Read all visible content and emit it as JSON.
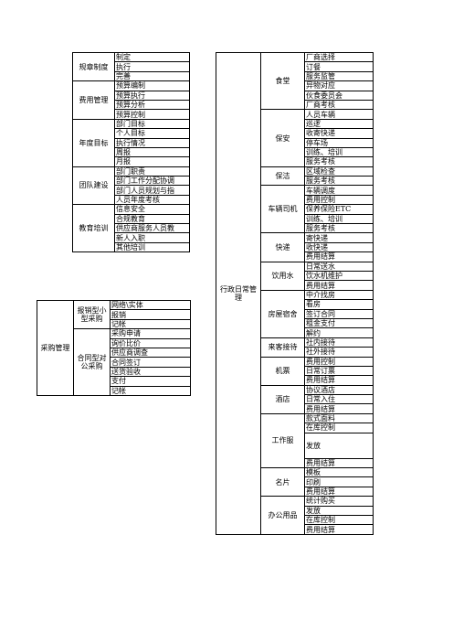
{
  "left_table": [
    {
      "name": "规章制度",
      "items": [
        "制定",
        "执行",
        "完善"
      ]
    },
    {
      "name": "费用管理",
      "items": [
        "预算编制",
        "预算执行",
        "预算分析",
        "预算控制"
      ]
    },
    {
      "name": "年度目标",
      "items": [
        "部门目标",
        "个人目标",
        "执行情况",
        "周报",
        "月报"
      ]
    },
    {
      "name": "团队建设",
      "items": [
        "部门职责",
        "部门工作分配协调",
        "部门人员规划与指",
        "人员年度考核"
      ]
    },
    {
      "name": "教育培训",
      "items": [
        "信息安全",
        "合规教育",
        "供应商服务人员教",
        "新人入职",
        "其他培训"
      ]
    }
  ],
  "purchase_table": {
    "name": "采购管理",
    "groups": [
      {
        "name": "报销型小型采购",
        "items": [
          "网络\\实体",
          "报销",
          "记帐"
        ]
      },
      {
        "name": "合同型对公采购",
        "items": [
          "采购申请",
          "询价比价",
          "供应商调查",
          "合同签订",
          "送货验收",
          "支付",
          "记帐"
        ]
      }
    ]
  },
  "admin_table": {
    "name": "行政日常管理",
    "groups": [
      {
        "name": "食堂",
        "items": [
          "厂商选择",
          "订餐",
          "服务监管",
          "异物对应",
          "伙食委员会",
          "厂商考核"
        ]
      },
      {
        "name": "保安",
        "items": [
          "人员车辆",
          "巡逻",
          "收寄快递",
          "停车场",
          "训练、培训",
          "服务考核"
        ]
      },
      {
        "name": "保洁",
        "items": [
          "区域检查",
          "服务考核"
        ]
      },
      {
        "name": "车辆司机",
        "items": [
          "车辆调度",
          "费用控制",
          "保养保险ETC",
          "训练、培训",
          "服务考核"
        ]
      },
      {
        "name": "快递",
        "items": [
          "寄快递",
          "收快递",
          "费用结算"
        ]
      },
      {
        "name": "饮用水",
        "items": [
          "日常送水",
          "饮水机维护",
          "费用结算"
        ]
      },
      {
        "name": "房屋宿舍",
        "items": [
          "中介找房",
          "看房",
          "签订合同",
          "租金支付",
          "解约"
        ]
      },
      {
        "name": "来客接待",
        "items": [
          "社内接待",
          "社外接待"
        ]
      },
      {
        "name": "机票",
        "items": [
          "费用控制",
          "日常订票",
          "费用结算"
        ]
      },
      {
        "name": "酒店",
        "items": [
          "协议酒店",
          "日常入住",
          "费用结算"
        ]
      },
      {
        "name": "工作服",
        "items": [
          "款式面料",
          "在库控制",
          "发放",
          "费用结算"
        ]
      },
      {
        "name": "名片",
        "items": [
          "模板",
          "印刷",
          "费用结算"
        ]
      },
      {
        "name": "办公用品",
        "items": [
          "统计购买",
          "发放",
          "在库控制",
          "费用结算"
        ]
      }
    ]
  }
}
